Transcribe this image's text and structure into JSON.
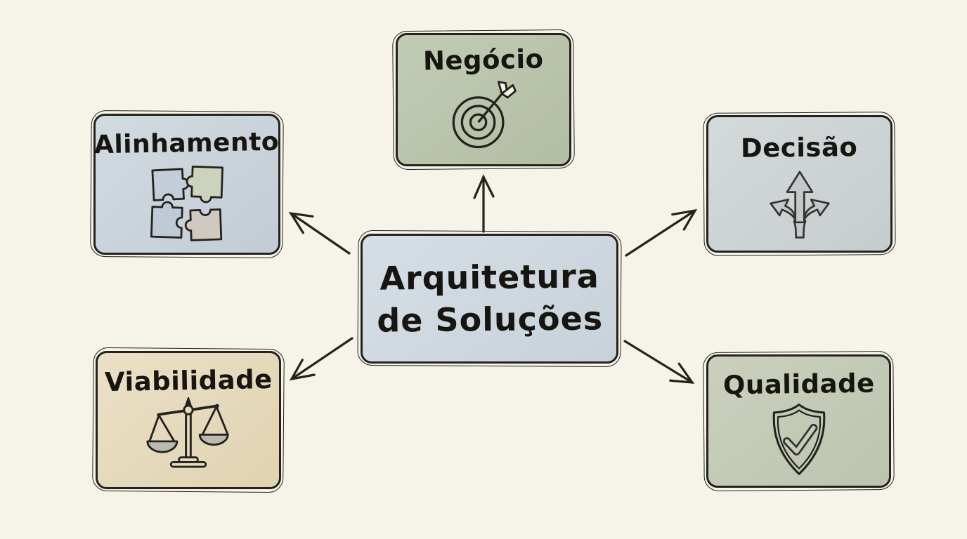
{
  "diagram": {
    "background_color": "#f6f3e9",
    "line_color": "#23221c",
    "center_node": {
      "id": "arquitetura-de-solucoes",
      "label": "Arquitetura de Soluções",
      "label_line1": "Arquitetura",
      "label_line2": "de Soluções",
      "fill_color": "#cfd8df"
    },
    "nodes": [
      {
        "id": "negocio",
        "label": "Negócio",
        "icon": "target-icon",
        "fill_color": "#b8c2aa",
        "position": "top-center"
      },
      {
        "id": "alinhamento",
        "label": "Alinhamento",
        "icon": "puzzle-icon",
        "fill_color": "#c9d1d9",
        "position": "top-left"
      },
      {
        "id": "decisao",
        "label": "Decisão",
        "icon": "branching-arrows-icon",
        "fill_color": "#cdd2d3",
        "position": "top-right"
      },
      {
        "id": "viabilidade",
        "label": "Viabilidade",
        "icon": "balance-scale-icon",
        "fill_color": "#e6dabd",
        "position": "bottom-left"
      },
      {
        "id": "qualidade",
        "label": "Qualidade",
        "icon": "shield-check-icon",
        "fill_color": "#c3cab6",
        "position": "bottom-right"
      }
    ],
    "connections": [
      {
        "from": "arquitetura-de-solucoes",
        "to": "negocio"
      },
      {
        "from": "arquitetura-de-solucoes",
        "to": "alinhamento"
      },
      {
        "from": "arquitetura-de-solucoes",
        "to": "decisao"
      },
      {
        "from": "arquitetura-de-solucoes",
        "to": "viabilidade"
      },
      {
        "from": "arquitetura-de-solucoes",
        "to": "qualidade"
      }
    ]
  }
}
